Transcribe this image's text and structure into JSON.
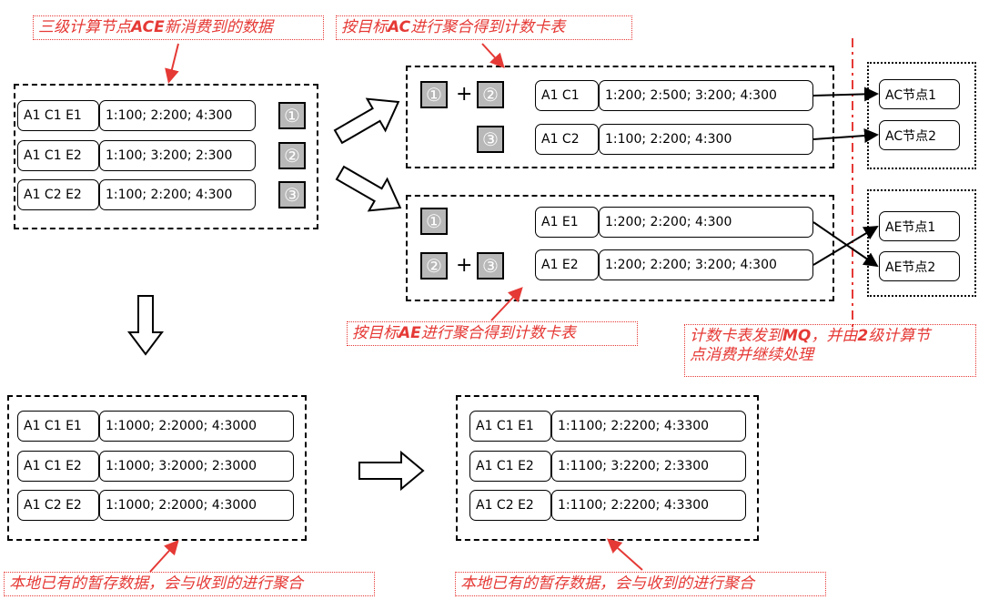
{
  "notes": {
    "top_left": [
      "三级计算节点",
      "ACE",
      "新消费到的数据"
    ],
    "top_mid": [
      "按目标",
      "AC",
      "进行聚合得到计数卡表"
    ],
    "mid_ae": [
      "按目标",
      "AE",
      "进行聚合得到计数卡表"
    ],
    "mq_line1": [
      "计数卡表发到",
      "MQ",
      "，并由",
      "2",
      "级计算节"
    ],
    "mq_line2": "点消费并继续处理",
    "bottom_left": "本地已有的暂存数据，会与收到的进行聚合",
    "bottom_mid": "本地已有的暂存数据，会与收到的进行聚合"
  },
  "incoming": {
    "rows": [
      {
        "key": "A1 C1 E1",
        "val": "1:100; 2:200; 4:300",
        "badge": "①"
      },
      {
        "key": "A1 C1 E2",
        "val": "1:100; 3:200; 2:300",
        "badge": "②"
      },
      {
        "key": "A1 C2 E2",
        "val": "1:100; 2:200; 4:300",
        "badge": "③"
      }
    ]
  },
  "ac_group": {
    "badges": [
      "①",
      "②",
      "③"
    ],
    "plus": "+",
    "rows": [
      {
        "key": "A1 C1",
        "val": "1:200; 2:500; 3:200; 4:300"
      },
      {
        "key": "A1 C2",
        "val": "1:100; 2:200; 4:300"
      }
    ]
  },
  "ae_group": {
    "badges": [
      "①",
      "②",
      "③"
    ],
    "plus": "+",
    "rows": [
      {
        "key": "A1 E1",
        "val": "1:200; 2:200; 4:300"
      },
      {
        "key": "A1 E2",
        "val": "1:200; 2:200; 3:200; 4:300"
      }
    ]
  },
  "ac_nodes": [
    "AC节点1",
    "AC节点2"
  ],
  "ae_nodes": [
    "AE节点1",
    "AE节点2"
  ],
  "local_store": {
    "rows": [
      {
        "key": "A1 C1 E1",
        "val": "1:1000; 2:2000; 4:3000"
      },
      {
        "key": "A1 C1 E2",
        "val": "1:1000; 3:2000; 2:3000"
      },
      {
        "key": "A1 C2 E2",
        "val": "1:1000; 2:2000; 4:3000"
      }
    ]
  },
  "merged_store": {
    "rows": [
      {
        "key": "A1 C1 E1",
        "val": "1:1100; 2:2200; 4:3300"
      },
      {
        "key": "A1 C1 E2",
        "val": "1:1100; 3:2200; 2:3300"
      },
      {
        "key": "A1 C2 E2",
        "val": "1:1100; 2:2200; 4:3300"
      }
    ]
  },
  "colors": {
    "accent": "#e53935",
    "badge_fill": "#b8b8b8",
    "line": "#000000"
  }
}
